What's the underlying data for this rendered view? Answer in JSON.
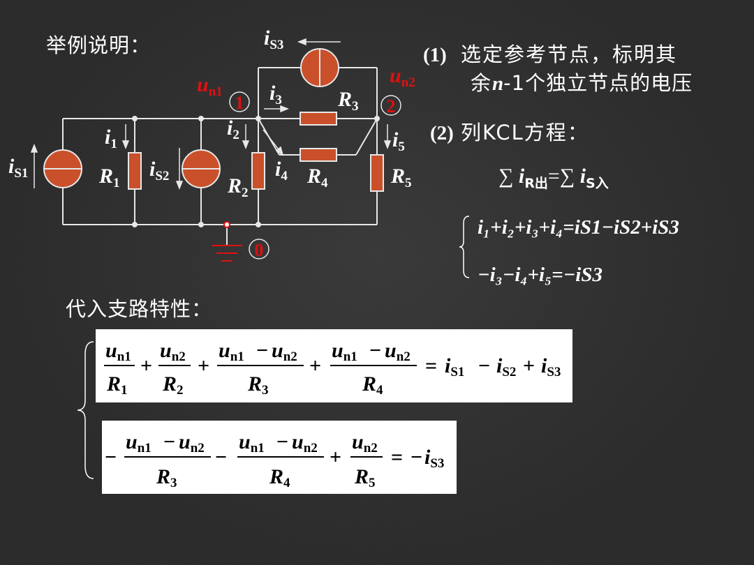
{
  "heading_example": "举例说明：",
  "heading_substitute": "代入支路特性：",
  "steps": [
    {
      "num": "(1)",
      "text_line1": "选定参考节点，标明其",
      "text_line2_a": "余",
      "text_line2_n": "n",
      "text_line2_b": "-1个独立节点的电压"
    },
    {
      "num": "(2)",
      "text": "列KCL方程："
    }
  ],
  "kcl_rule": {
    "sum1": "∑",
    "i1": "i",
    "sub1": "R出",
    "eq": "=",
    "sum2": "∑",
    "i2": "i",
    "sub2": "S入"
  },
  "kcl_eq1": "i₁+i₂+i₃+i₄=iS1−iS2+iS3",
  "kcl_eq2": "−i₃−i₄+i₅=−iS3",
  "circuit": {
    "node_labels": [
      "1",
      "2",
      "0"
    ],
    "node_voltages": [
      "u",
      "n1",
      "u",
      "n2"
    ],
    "currents": [
      "i",
      "S3",
      "i",
      "3",
      "i",
      "2",
      "i",
      "4",
      "i",
      "5",
      "i",
      "1",
      "i",
      "S1",
      "i",
      "S2"
    ],
    "resistors": [
      "R",
      "1",
      "R",
      "2",
      "R",
      "3",
      "R",
      "4",
      "R",
      "5"
    ],
    "colors": {
      "wire": "#e8e8e8",
      "element": "#c9502a",
      "node_label": "#e01010"
    }
  },
  "nodal_eq1": {
    "terms": [
      "u",
      "n1",
      "R",
      "1",
      "+",
      "u",
      "n2",
      "R",
      "2",
      "+",
      "u",
      "n1",
      "−",
      "u",
      "n2",
      "R",
      "3",
      "+",
      "u",
      "n1",
      "−",
      "u",
      "n2",
      "R",
      "4",
      "=",
      "i",
      "S1",
      "−",
      "i",
      "S2",
      "+",
      "i",
      "S3"
    ]
  },
  "nodal_eq2": {
    "terms": [
      "−",
      "u",
      "n1",
      "−",
      "u",
      "n2",
      "R",
      "3",
      "−",
      "u",
      "n1",
      "−",
      "u",
      "n2",
      "R",
      "4",
      "+",
      "u",
      "n2",
      "R",
      "5",
      "=",
      "−",
      "i",
      "S3"
    ]
  }
}
